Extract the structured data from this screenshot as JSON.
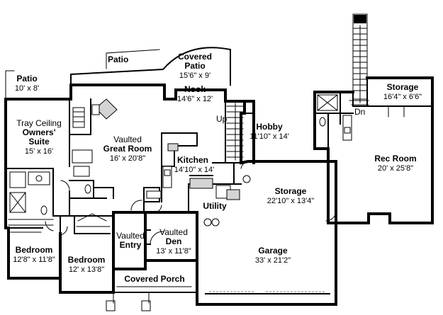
{
  "plan": {
    "rooms": [
      {
        "id": "patio-top",
        "name": "Patio",
        "bold": true
      },
      {
        "id": "covered-patio",
        "name": "Covered Patio",
        "dims": "15'6\" x 9'",
        "bold": true,
        "name_lines": [
          "Covered",
          "Patio"
        ]
      },
      {
        "id": "patio-left",
        "name": "Patio",
        "dims": "10' x 8'",
        "bold": true
      },
      {
        "id": "owners-suite",
        "name_lines": [
          "Tray Ceiling",
          "Owners'",
          "Suite"
        ],
        "dims": "15' x 16'",
        "bold_lines": [
          false,
          true,
          true
        ]
      },
      {
        "id": "nook",
        "name": "Nook",
        "dims": "14'6\" x 12'",
        "bold": true
      },
      {
        "id": "great-room",
        "name_lines": [
          "Vaulted",
          "Great Room"
        ],
        "dims": "16' x 20'8\"",
        "bold_lines": [
          false,
          true
        ]
      },
      {
        "id": "kitchen",
        "name": "Kitchen",
        "dims": "14'10\" x 14'",
        "bold": true
      },
      {
        "id": "hobby",
        "name": "Hobby",
        "dims": "11'10\" x 14'",
        "bold": true
      },
      {
        "id": "storage-garage",
        "name": "Storage",
        "dims": "22'10\" x 13'4\"",
        "bold": true
      },
      {
        "id": "utility",
        "name": "Utility",
        "bold": true
      },
      {
        "id": "garage",
        "name": "Garage",
        "dims": "33' x 21'2\"",
        "bold": true
      },
      {
        "id": "bedroom-1",
        "name": "Bedroom",
        "dims": "12'8\" x 11'8\"",
        "bold": true
      },
      {
        "id": "bedroom-2",
        "name": "Bedroom",
        "dims": "12' x 13'8\"",
        "bold": true
      },
      {
        "id": "entry",
        "name_lines": [
          "Vaulted",
          "Entry"
        ],
        "bold_lines": [
          false,
          true
        ]
      },
      {
        "id": "den",
        "name_lines": [
          "Vaulted",
          "Den"
        ],
        "dims": "13' x 11'8\"",
        "bold_lines": [
          false,
          true
        ]
      },
      {
        "id": "covered-porch",
        "name": "Covered Porch",
        "bold": true
      },
      {
        "id": "storage-upper",
        "name": "Storage",
        "dims": "16'4\" x 6'6\"",
        "bold": true
      },
      {
        "id": "rec-room",
        "name": "Rec Room",
        "dims": "20' x 25'8\"",
        "bold": true
      }
    ],
    "stair_labels": {
      "up": "Up",
      "down": "Dn"
    }
  }
}
